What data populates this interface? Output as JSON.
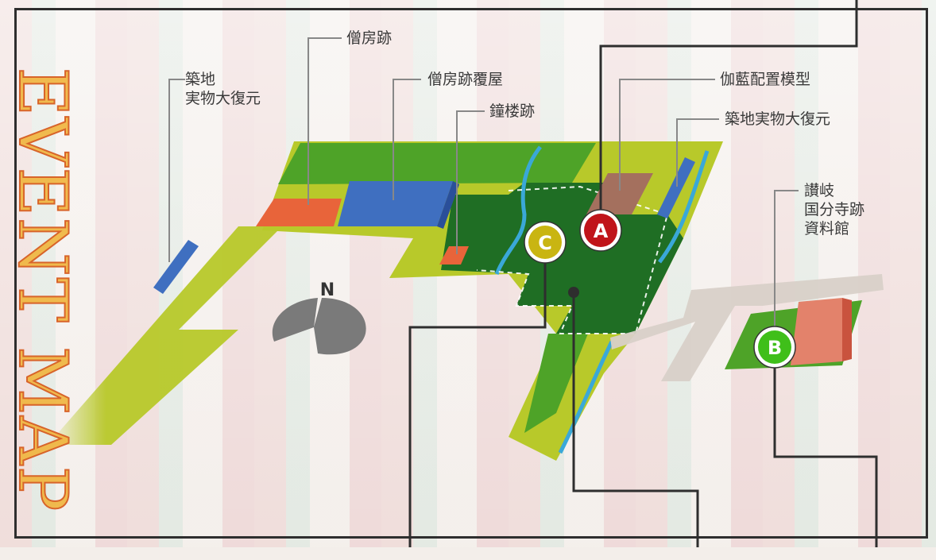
{
  "title": "EVENT MAP",
  "north_label": "N",
  "markers": {
    "a": "A",
    "b": "B",
    "c": "C"
  },
  "labels": {
    "tsuiji_left": "築地\n実物大復元",
    "sobo_ato": "僧房跡",
    "sobo_ato_oioku": "僧房跡覆屋",
    "shoro_ato": "鐘楼跡",
    "garan_model": "伽藍配置模型",
    "tsuiji_right": "築地実物大復元",
    "museum": "讃岐\n国分寺跡\n資料館"
  },
  "colors": {
    "field_yellow_green": "#b8c92a",
    "field_green": "#3e9a26",
    "field_dark_green": "#1f6e24",
    "blue_block": "#3f6fc0",
    "red_block": "#e8643a",
    "marker_a": "#c0141a",
    "marker_b": "#3fbf1a",
    "marker_c": "#c9b512",
    "title_orange": "#d8642a"
  }
}
